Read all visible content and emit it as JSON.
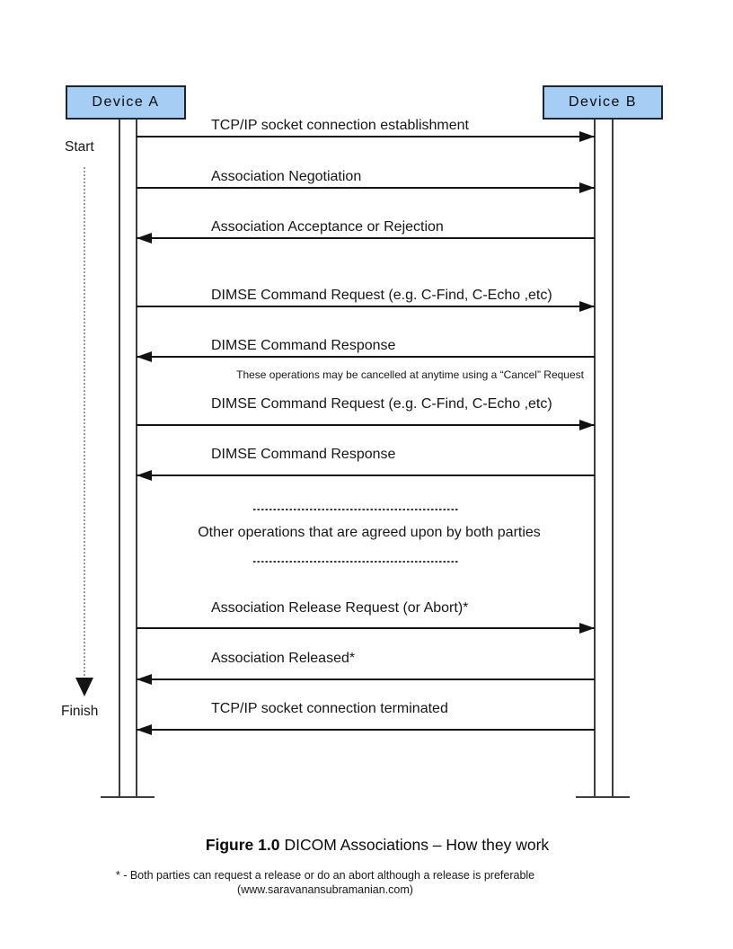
{
  "diagram": {
    "actors": [
      {
        "id": "device-a",
        "label": "Device A"
      },
      {
        "id": "device-b",
        "label": "Device B"
      }
    ],
    "timeline": {
      "start_label": "Start",
      "finish_label": "Finish"
    },
    "messages": [
      {
        "label": "TCP/IP socket connection establishment",
        "direction": "right"
      },
      {
        "label": "Association Negotiation",
        "direction": "right"
      },
      {
        "label": "Association Acceptance or Rejection",
        "direction": "left"
      },
      {
        "label": "DIMSE Command Request (e.g. C-Find, C-Echo ,etc)",
        "direction": "right"
      },
      {
        "label": "DIMSE Command Response",
        "direction": "left"
      },
      {
        "label": "DIMSE Command Request (e.g. C-Find, C-Echo ,etc)",
        "direction": "right"
      },
      {
        "label": "DIMSE Command Response",
        "direction": "left"
      },
      {
        "label": "Association Release Request (or Abort)*",
        "direction": "right"
      },
      {
        "label": "Association Released*",
        "direction": "left"
      },
      {
        "label": "TCP/IP socket connection terminated",
        "direction": "left"
      }
    ],
    "cancel_note": "These operations may be cancelled at anytime using a “Cancel” Request",
    "other_operations": "Other operations that are agreed upon by both parties",
    "colors": {
      "actor_fill": "#a6cdf3",
      "actor_border": "#1c2530",
      "arrow_line": "#121212",
      "lifeline": "#3d3d3d",
      "timeline_dotted": "#9a9a9a"
    }
  },
  "caption": {
    "figure_label": "Figure 1.0",
    "figure_title": "DICOM Associations – How they work",
    "footnote_line1": "* - Both parties can request a release or do an abort although a release is preferable",
    "footnote_line2": "(www.saravanansubramanian.com)"
  }
}
